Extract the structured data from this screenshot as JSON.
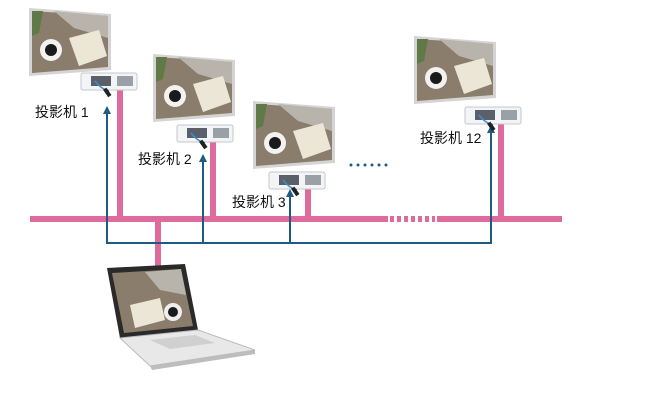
{
  "projectors": [
    {
      "label": "投影机 1"
    },
    {
      "label": "投影机 2"
    },
    {
      "label": "投影机 3"
    },
    {
      "label": "投影机 12"
    }
  ],
  "colors": {
    "lan": "#de6b9b",
    "signal": "#1f5a80",
    "screen_frame": "#cfcfcf"
  },
  "icons": [
    "screen-image",
    "projector-icon",
    "laptop-icon",
    "ellipsis-dots"
  ]
}
